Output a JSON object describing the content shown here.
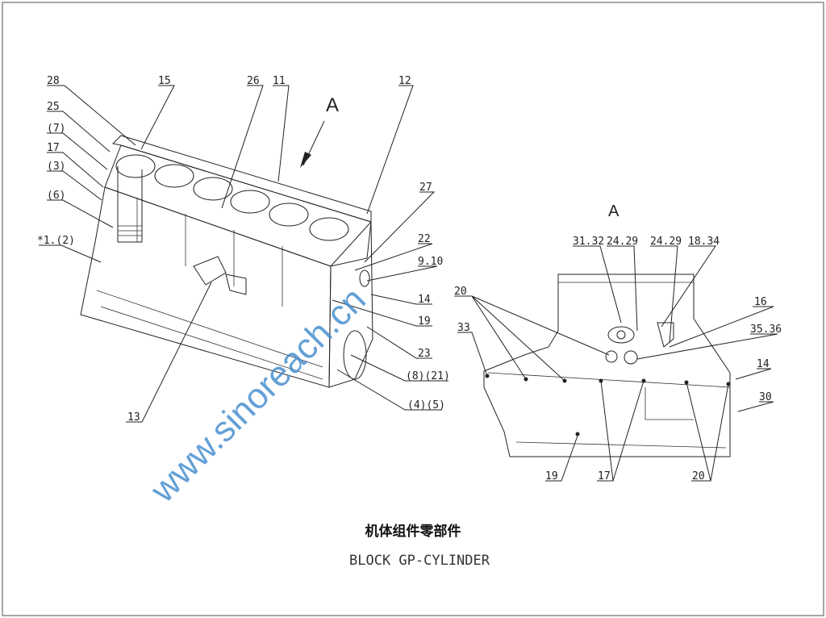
{
  "view_marker": "A",
  "view_label": "A",
  "watermark": "www.sinoreach.cn",
  "title_cn": "机体组件零部件",
  "title_en": "BLOCK GP-CYLINDER",
  "colors": {
    "watermark": "#4a90d0",
    "line": "#222222"
  },
  "left_view_labels": [
    "28",
    "15",
    "26",
    "11",
    "12",
    "25",
    "(7)",
    "17",
    "(3)",
    "(6)",
    "*1.(2)",
    "27",
    "22",
    "9.10",
    "14",
    "19",
    "23",
    "(8)(21)",
    "(4)(5)",
    "13"
  ],
  "right_view_labels": [
    "31.32",
    "24.29",
    "24.29",
    "18.34",
    "20",
    "16",
    "35.36",
    "33",
    "14",
    "30",
    "19",
    "17",
    "20"
  ]
}
